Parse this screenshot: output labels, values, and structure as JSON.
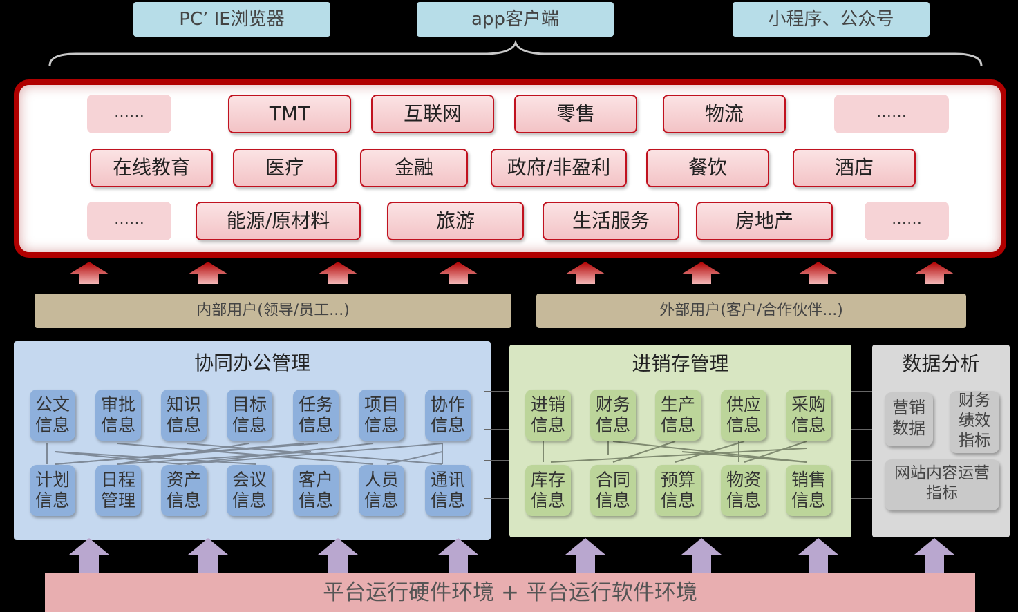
{
  "clients": [
    "PC’ IE浏览器",
    "app客户端",
    "小程序、公众号"
  ],
  "industries": {
    "row1": [
      "……",
      "TMT",
      "互联网",
      "零售",
      "物流",
      "……"
    ],
    "row2": [
      "在线教育",
      "医疗",
      "金融",
      "政府/非盈利",
      "餐饮",
      "酒店"
    ],
    "row3": [
      "……",
      "能源/原材料",
      "旅游",
      "生活服务",
      "房地产",
      "……"
    ]
  },
  "users": {
    "internal": "内部用户(领导/员工...)",
    "external": "外部用户(客户/合作伙伴...)"
  },
  "office": {
    "title": "协同办公管理",
    "top": [
      [
        "公文",
        "信息"
      ],
      [
        "审批",
        "信息"
      ],
      [
        "知识",
        "信息"
      ],
      [
        "目标",
        "信息"
      ],
      [
        "任务",
        "信息"
      ],
      [
        "项目",
        "信息"
      ],
      [
        "协作",
        "信息"
      ]
    ],
    "bottom": [
      [
        "计划",
        "信息"
      ],
      [
        "日程",
        "管理"
      ],
      [
        "资产",
        "信息"
      ],
      [
        "会议",
        "信息"
      ],
      [
        "客户",
        "信息"
      ],
      [
        "人员",
        "信息"
      ],
      [
        "通讯",
        "信息"
      ]
    ]
  },
  "inventory": {
    "title": "进销存管理",
    "top": [
      [
        "进销",
        "信息"
      ],
      [
        "财务",
        "信息"
      ],
      [
        "生产",
        "信息"
      ],
      [
        "供应",
        "信息"
      ],
      [
        "采购",
        "信息"
      ]
    ],
    "bottom": [
      [
        "库存",
        "信息"
      ],
      [
        "合同",
        "信息"
      ],
      [
        "预算",
        "信息"
      ],
      [
        "物资",
        "信息"
      ],
      [
        "销售",
        "信息"
      ]
    ]
  },
  "analysis": {
    "title": "数据分析",
    "items": [
      [
        "营销",
        "数据"
      ],
      [
        "财务",
        "绩效",
        "指标"
      ],
      [
        "网站内容运营",
        "指标"
      ]
    ]
  },
  "base": "平台运行硬件环境 + 平台运行软件环境",
  "colors": {
    "frame_red": "#b00000",
    "client_blue": "#b7dde8",
    "user_tan": "#c6b99a",
    "office_blue": "#c5d8ef",
    "inventory_green": "#d8e6c2",
    "analysis_gray": "#d9d9d9",
    "base_pink": "#e8aeb0"
  }
}
